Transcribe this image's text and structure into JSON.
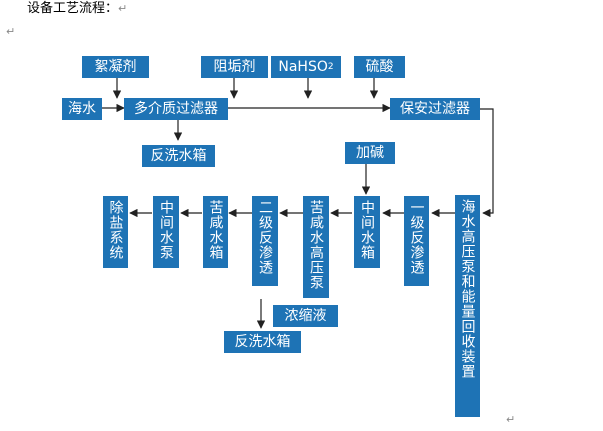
{
  "title": "设备工艺流程：",
  "para_mark": "↵",
  "nodes": {
    "flocculant": "絮凝剂",
    "antiscalant": "阻垢剂",
    "nahso2_main": "NaHSO",
    "nahso2_sub": "2",
    "sulfuric_acid": "硫酸",
    "seawater": "海水",
    "multimedia_filter": "多介质过滤器",
    "security_filter": "保安过滤器",
    "backwash_tank_top": "反洗水箱",
    "alkali": "加碱",
    "hp_pump_energy_recovery": "海水高压泵和能量回收装置",
    "first_ro": "一级反渗透",
    "middle_tank": "中间水箱",
    "brackish_hp_pump": "苦咸水高压泵",
    "second_ro": "二级反渗透",
    "brackish_tank": "苦咸水箱",
    "middle_pump": "中间水泵",
    "desalination_system": "除盐系统",
    "concentrate": "浓缩液",
    "backwash_tank_bottom": "反洗水箱"
  }
}
